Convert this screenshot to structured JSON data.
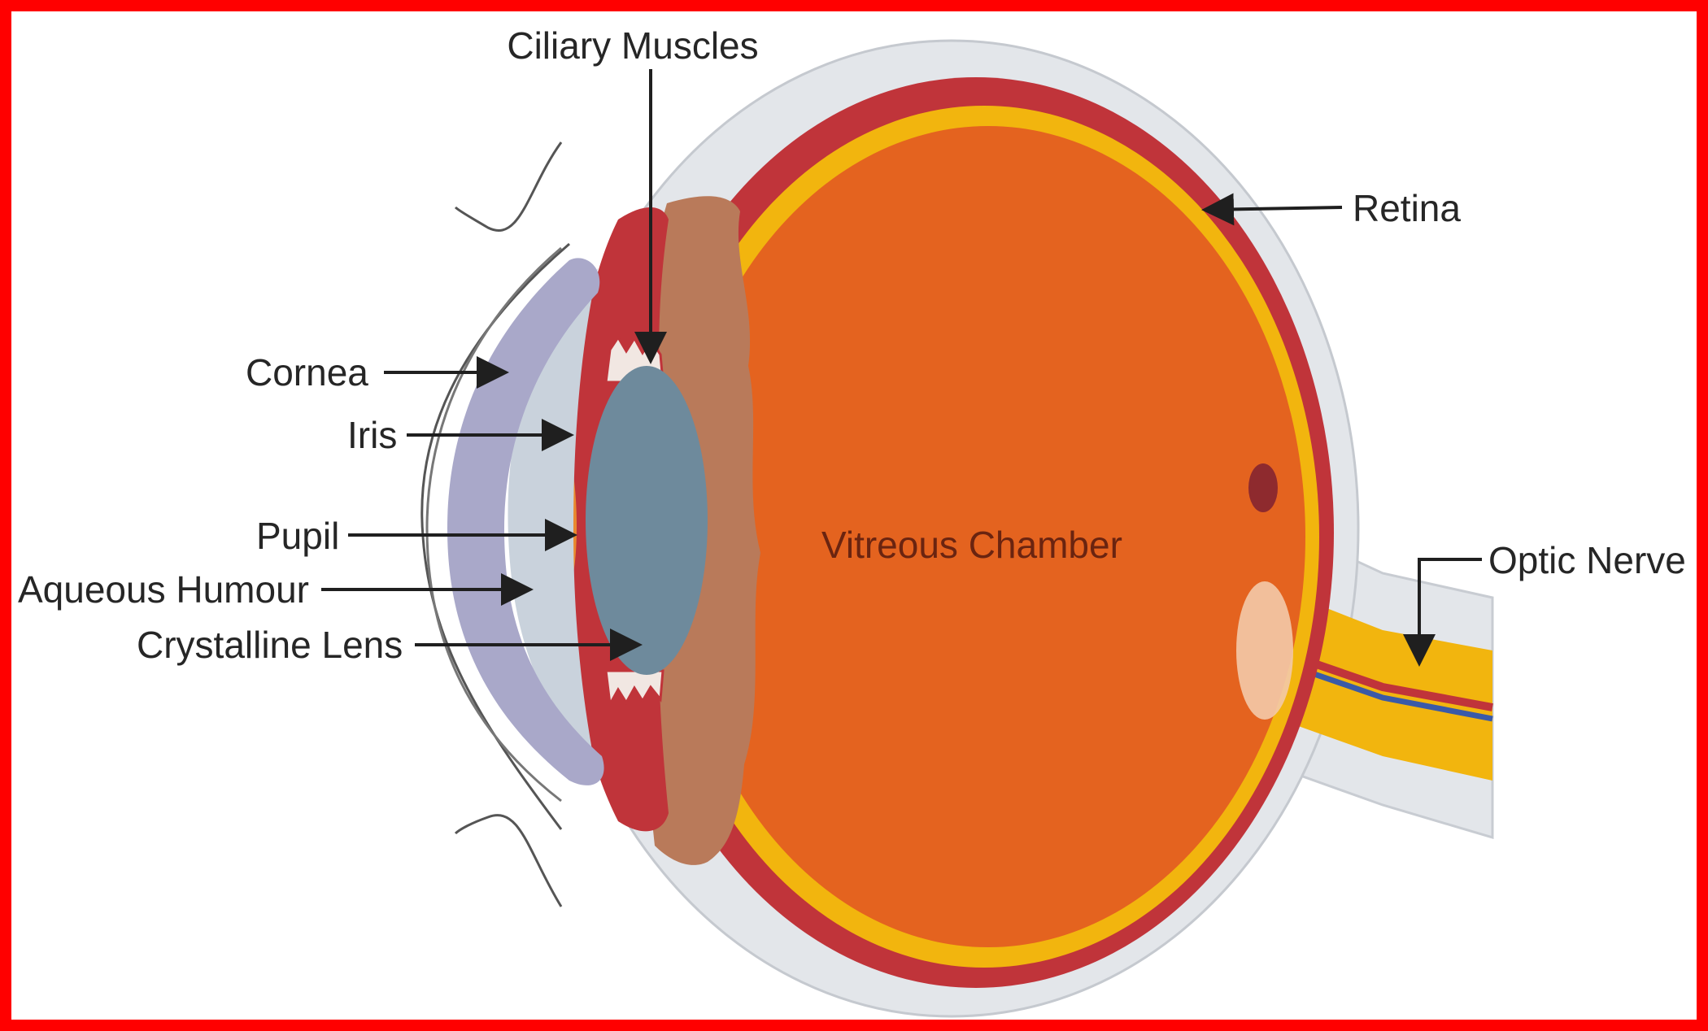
{
  "diagram": {
    "labels": {
      "ciliary_muscles": "Ciliary Muscles",
      "retina": "Retina",
      "cornea": "Cornea",
      "iris": "Iris",
      "pupil": "Pupil",
      "aqueous_humour": "Aqueous Humour",
      "crystalline_lens": "Crystalline Lens",
      "vitreous_chamber": "Vitreous Chamber",
      "optic_nerve": "Optic Nerve"
    },
    "colors": {
      "frame_border": "#ff0000",
      "sclera": "#e3e6ea",
      "choroid": "#c0343a",
      "retina": "#f2b50e",
      "vitreous": "#e4631f",
      "lens": "#6e8a9c",
      "cornea": "#a9a8c9",
      "optic_nerve": "#f2b50e",
      "ciliary_band": "#b97a5a"
    }
  }
}
